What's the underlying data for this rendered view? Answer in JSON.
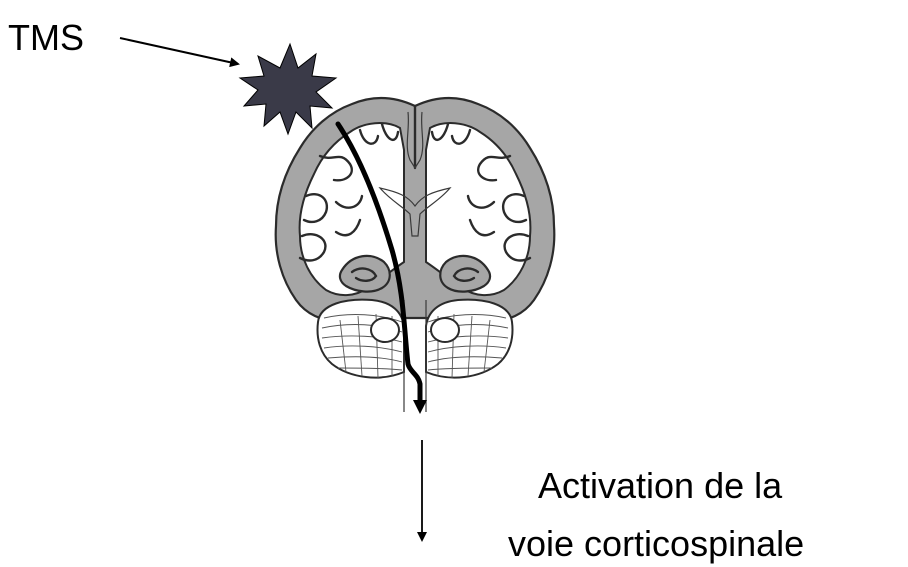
{
  "labels": {
    "stimulus": "TMS",
    "outcome_line1": "Activation de la",
    "outcome_line2": "voie corticospinale"
  },
  "colors": {
    "pulse": "#3a3a48",
    "cortex": "#a6a6a6",
    "pathway": "#000000"
  },
  "icons": {
    "pulse": "starburst-icon"
  }
}
